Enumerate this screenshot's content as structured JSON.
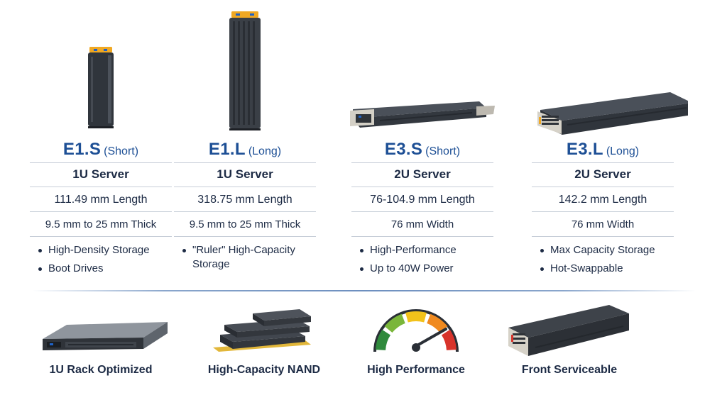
{
  "columns": [
    {
      "name": "E1.S",
      "variant": "(Short)",
      "server": "1U Server",
      "length": "111.49 mm Length",
      "dimension": "9.5 mm to 25 mm Thick",
      "bullets": [
        "High-Density Storage",
        "Boot Drives"
      ]
    },
    {
      "name": "E1.L",
      "variant": "(Long)",
      "server": "1U Server",
      "length": "318.75 mm Length",
      "dimension": "9.5 mm to 25 mm Thick",
      "bullets": [
        "\"Ruler\" High-Capacity Storage"
      ]
    },
    {
      "name": "E3.S",
      "variant": "(Short)",
      "server": "2U Server",
      "length": "76-104.9 mm Length",
      "dimension": "76 mm Width",
      "bullets": [
        "High-Performance",
        "Up to 40W Power"
      ]
    },
    {
      "name": "E3.L",
      "variant": "(Long)",
      "server": "2U Server",
      "length": "142.2 mm Length",
      "dimension": "76 mm Width",
      "bullets": [
        "Max Capacity Storage",
        "Hot-Swappable"
      ]
    }
  ],
  "features": [
    {
      "label": "1U Rack Optimized",
      "icon": "rack-server-icon"
    },
    {
      "label": "High-Capacity NAND",
      "icon": "nand-stack-icon"
    },
    {
      "label": "High Performance",
      "icon": "speedometer-icon"
    },
    {
      "label": "Front Serviceable",
      "icon": "front-service-drive-icon"
    }
  ],
  "colors": {
    "title": "#1d4f95",
    "text": "#1c2a44",
    "accent": "#f0a823",
    "gauge": [
      "#2f8a3c",
      "#7ab63a",
      "#f2c21b",
      "#f08a1f",
      "#d8332b"
    ]
  }
}
